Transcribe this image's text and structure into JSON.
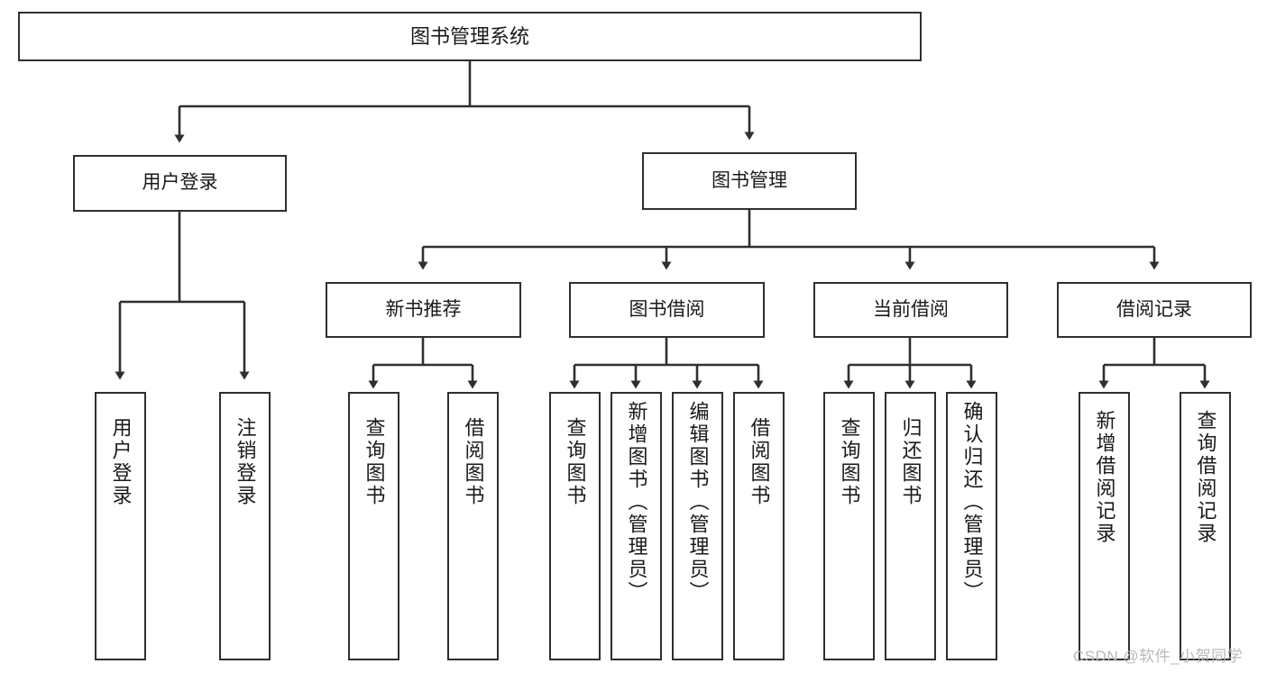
{
  "diagram": {
    "title": "图书管理系统",
    "type": "hierarchy-tree",
    "watermark": "CSDN @软件_小贺同学",
    "nodes": {
      "root": {
        "label": "图书管理系统"
      },
      "level1": [
        {
          "id": "user-login",
          "label": "用户登录"
        },
        {
          "id": "book-management",
          "label": "图书管理"
        }
      ],
      "level2": [
        {
          "id": "new-book-recommend",
          "label": "新书推荐"
        },
        {
          "id": "book-borrow",
          "label": "图书借阅"
        },
        {
          "id": "current-borrow",
          "label": "当前借阅"
        },
        {
          "id": "borrow-record",
          "label": "借阅记录"
        }
      ],
      "leaves": [
        {
          "id": "leaf-user-login",
          "label": "用户登录"
        },
        {
          "id": "leaf-logout-login",
          "label": "注销登录"
        },
        {
          "id": "leaf-query-book-1",
          "label": "查询图书"
        },
        {
          "id": "leaf-borrow-book-1",
          "label": "借阅图书"
        },
        {
          "id": "leaf-query-book-2",
          "label": "查询图书"
        },
        {
          "id": "leaf-add-book-admin",
          "label": "新增图书（管理员）"
        },
        {
          "id": "leaf-edit-book-admin",
          "label": "编辑图书（管理员）"
        },
        {
          "id": "leaf-borrow-book-2",
          "label": "借阅图书"
        },
        {
          "id": "leaf-query-book-3",
          "label": "查询图书"
        },
        {
          "id": "leaf-return-book",
          "label": "归还图书"
        },
        {
          "id": "leaf-confirm-return-admin",
          "label": "确认归还（管理员）"
        },
        {
          "id": "leaf-add-borrow-record",
          "label": "新增借阅记录"
        },
        {
          "id": "leaf-query-borrow-record",
          "label": "查询借阅记录"
        }
      ]
    },
    "colors": {
      "box_border": "#2f2f2f",
      "box_fill": "#ffffff",
      "connector": "#2f2f2f",
      "text": "#1a1a1a",
      "watermark": "#b9b9b9",
      "background": "#ffffff"
    }
  }
}
